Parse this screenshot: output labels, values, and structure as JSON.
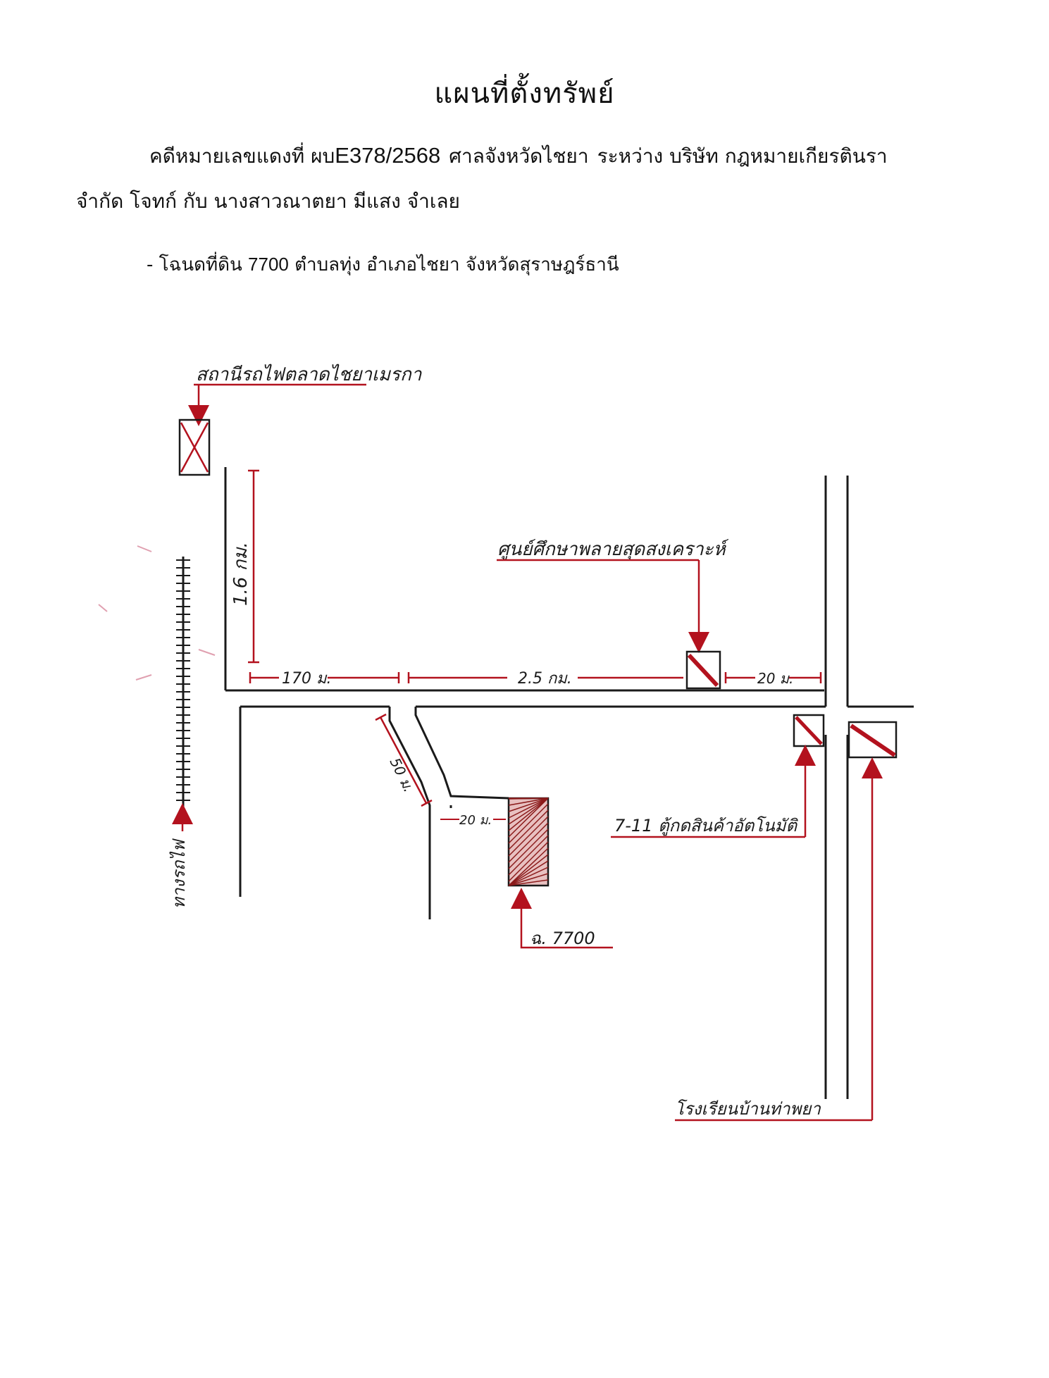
{
  "document": {
    "title": "แผนที่ตั้งทรัพย์",
    "case_prefix": "คดีหมายเลขแดงที่ ผบ",
    "case_number": "E378/2568",
    "court": "ศาลจังหวัดไชยา",
    "between": "ระหว่าง บริษัท กฎหมายเกียรตินรา",
    "plaintiff_line": "จำกัด โจทก์ กับ นางสาวณาตยา มีแสง จำเลย",
    "deed_prefix": "- โฉนดที่ดิน",
    "deed_number": "7700",
    "deed_location": "ตำบลทุ่ง อำเภอไชยา จังหวัดสุราษฎร์ธานี"
  },
  "map": {
    "landmarks": {
      "station": "สถานีรถไฟตลาดไชยาเมรกา",
      "school": "ศูนย์ศึกษาพลายสุดสงเคราะห์",
      "store": "7-11 ตู้กดสินค้าอัตโนมัติ",
      "plot": "ฉ. 7700",
      "hospital": "โรงเรียนบ้านท่าพยา",
      "railway": "ทางรถไฟ"
    },
    "distances": {
      "vertical": "1.6 กม.",
      "left_segment": "170 ม.",
      "middle_segment": "2.5 กม.",
      "right_segment": "20 ม.",
      "lane": "50 ม.",
      "lane_short": "20 ม."
    },
    "colors": {
      "ink": "#1a1a1a",
      "red": "#b3121e",
      "pink": "#e0a0b0"
    }
  }
}
